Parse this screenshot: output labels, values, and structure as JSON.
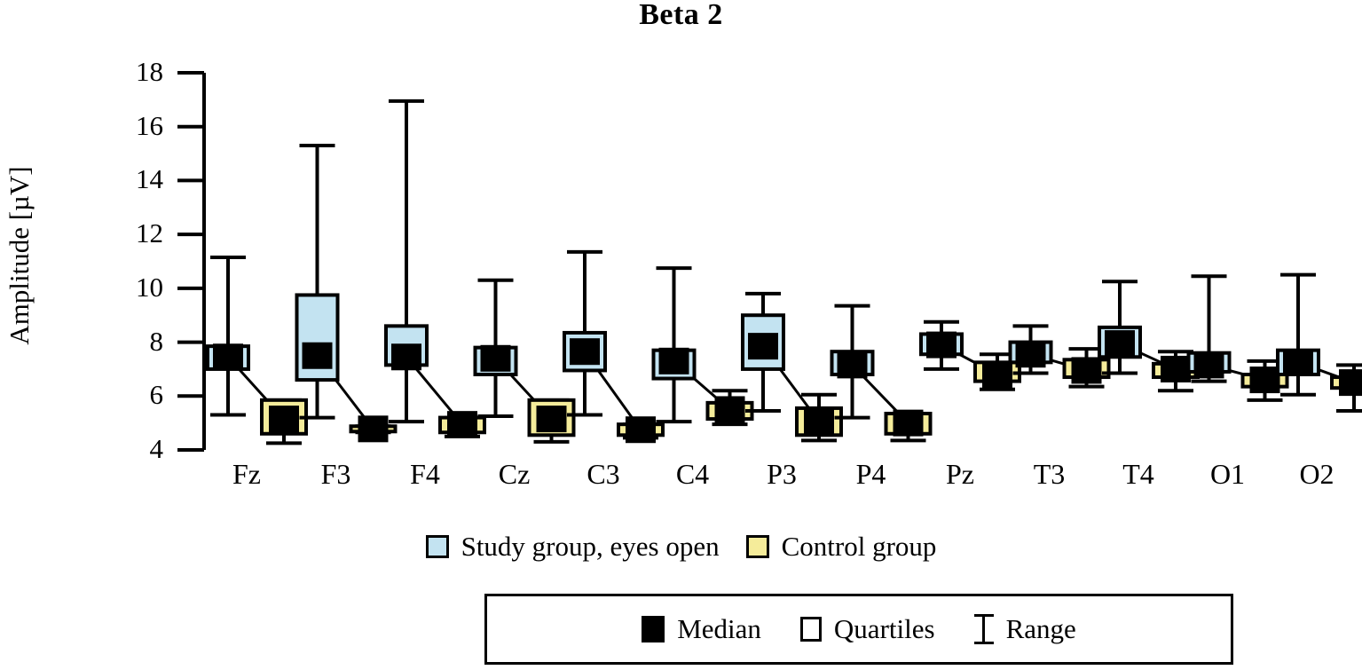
{
  "chart_data": {
    "type": "box",
    "title": "Beta 2",
    "xlabel": "",
    "ylabel": "Amplitude [µV]",
    "ylim": [
      4,
      18
    ],
    "yticks": [
      4,
      6,
      8,
      10,
      12,
      14,
      16,
      18
    ],
    "grid": false,
    "legend_position": "bottom",
    "categories": [
      "Fz",
      "F3",
      "F4",
      "Cz",
      "C3",
      "C4",
      "P3",
      "P4",
      "Pz",
      "T3",
      "T4",
      "O1",
      "O2"
    ],
    "series": [
      {
        "name": "Study group, eyes open",
        "color": "#c3e3f1",
        "boxes": [
          {
            "category": "Fz",
            "min": 5.3,
            "q1": 7.0,
            "median": 7.45,
            "q3": 7.85,
            "max": 11.15
          },
          {
            "category": "F3",
            "min": 5.2,
            "q1": 6.6,
            "median": 7.5,
            "q3": 9.75,
            "max": 15.3
          },
          {
            "category": "F4",
            "min": 5.05,
            "q1": 7.15,
            "median": 7.45,
            "q3": 8.6,
            "max": 16.95
          },
          {
            "category": "Cz",
            "min": 5.25,
            "q1": 6.8,
            "median": 7.4,
            "q3": 7.8,
            "max": 10.3
          },
          {
            "category": "C3",
            "min": 5.3,
            "q1": 6.95,
            "median": 7.65,
            "q3": 8.35,
            "max": 11.35
          },
          {
            "category": "C4",
            "min": 5.05,
            "q1": 6.65,
            "median": 7.3,
            "q3": 7.7,
            "max": 10.75
          },
          {
            "category": "P3",
            "min": 5.45,
            "q1": 7.0,
            "median": 7.85,
            "q3": 9.0,
            "max": 9.8
          },
          {
            "category": "P4",
            "min": 5.2,
            "q1": 6.8,
            "median": 7.15,
            "q3": 7.65,
            "max": 9.35
          },
          {
            "category": "Pz",
            "min": 7.0,
            "q1": 7.55,
            "median": 7.9,
            "q3": 8.3,
            "max": 8.75
          },
          {
            "category": "T3",
            "min": 6.85,
            "q1": 7.25,
            "median": 7.55,
            "q3": 8.0,
            "max": 8.6
          },
          {
            "category": "T4",
            "min": 6.85,
            "q1": 7.45,
            "median": 7.95,
            "q3": 8.55,
            "max": 10.25
          },
          {
            "category": "O1",
            "min": 6.55,
            "q1": 6.9,
            "median": 7.15,
            "q3": 7.6,
            "max": 10.45
          },
          {
            "category": "O2",
            "min": 6.05,
            "q1": 6.8,
            "median": 7.25,
            "q3": 7.7,
            "max": 10.5
          }
        ]
      },
      {
        "name": "Control group",
        "color": "#f5ec9a",
        "boxes": [
          {
            "category": "Fz",
            "min": 4.25,
            "q1": 4.6,
            "median": 5.15,
            "q3": 5.85,
            "max": 5.85
          },
          {
            "category": "F3",
            "min": 4.65,
            "q1": 4.7,
            "median": 4.78,
            "q3": 4.88,
            "max": 4.88
          },
          {
            "category": "F4",
            "min": 4.5,
            "q1": 4.65,
            "median": 4.95,
            "q3": 5.2,
            "max": 5.2
          },
          {
            "category": "Cz",
            "min": 4.3,
            "q1": 4.55,
            "median": 5.15,
            "q3": 5.85,
            "max": 5.85
          },
          {
            "category": "C3",
            "min": 4.45,
            "q1": 4.55,
            "median": 4.75,
            "q3": 4.95,
            "max": 4.95
          },
          {
            "category": "C4",
            "min": 4.95,
            "q1": 5.15,
            "median": 5.5,
            "q3": 5.75,
            "max": 6.2
          },
          {
            "category": "P3",
            "min": 4.35,
            "q1": 4.55,
            "median": 5.05,
            "q3": 5.55,
            "max": 6.05
          },
          {
            "category": "P4",
            "min": 4.35,
            "q1": 4.6,
            "median": 5.0,
            "q3": 5.35,
            "max": 5.35
          },
          {
            "category": "Pz",
            "min": 6.25,
            "q1": 6.55,
            "median": 6.8,
            "q3": 7.25,
            "max": 7.55
          },
          {
            "category": "T3",
            "min": 6.35,
            "q1": 6.7,
            "median": 6.95,
            "q3": 7.35,
            "max": 7.75
          },
          {
            "category": "T4",
            "min": 6.2,
            "q1": 6.7,
            "median": 7.0,
            "q3": 7.2,
            "max": 7.65
          },
          {
            "category": "O1",
            "min": 5.85,
            "q1": 6.35,
            "median": 6.6,
            "q3": 6.8,
            "max": 7.3
          },
          {
            "category": "O2",
            "min": 5.45,
            "q1": 6.3,
            "median": 6.5,
            "q3": 6.7,
            "max": 7.15
          }
        ]
      }
    ]
  },
  "legend": {
    "study_label": "Study group, eyes open",
    "control_label": "Control group",
    "study_color": "#c3e3f1",
    "control_color": "#f5ec9a",
    "key": {
      "median_label": "Median",
      "quartiles_label": "Quartiles",
      "range_label": "Range"
    }
  }
}
